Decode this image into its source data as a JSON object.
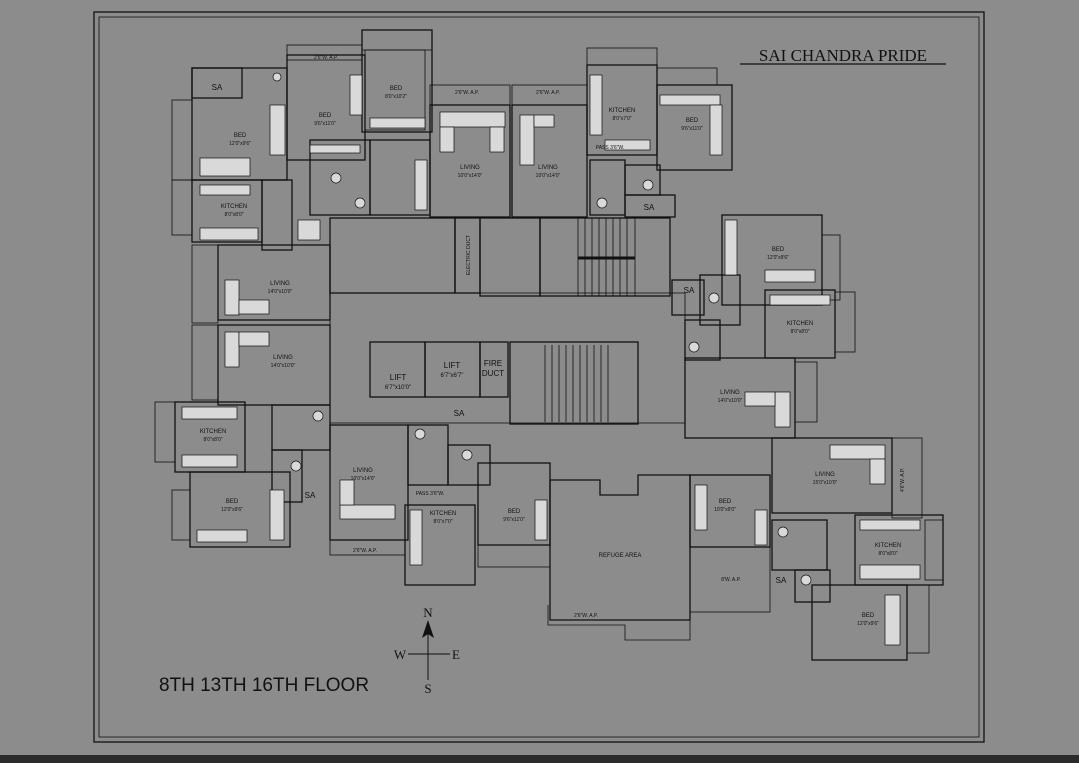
{
  "title": "SAI CHANDRA PRIDE",
  "floor_label": "8TH 13TH 16TH FLOOR",
  "compass": {
    "n": "N",
    "s": "S",
    "e": "E",
    "w": "W"
  },
  "core": {
    "lift1": "LIFT",
    "lift1_size": "6'7\"x10'0\"",
    "lift2": "LIFT",
    "lift2_size": "6'7\"x6'7\"",
    "fire": "FIRE",
    "duct": "DUCT",
    "electric_duct": "ELECTRIC DUCT",
    "refuge": "REFUGE AREA",
    "sa": "SA"
  },
  "rooms": [
    {
      "id": "tl-sa",
      "label": "SA"
    },
    {
      "id": "tl-bed1",
      "label": "BED",
      "size": "12'0\"x9'6\""
    },
    {
      "id": "tl-bed2",
      "label": "BED",
      "size": "9'6\"x11'0\""
    },
    {
      "id": "tl-bed3",
      "label": "BED",
      "size": "8'0\"x10'2\""
    },
    {
      "id": "tl-kitchen",
      "label": "KITCHEN",
      "size": "8'0\"x8'0\""
    },
    {
      "id": "tl-living",
      "label": "LIVING",
      "size": "10'0\"x14'0\""
    },
    {
      "id": "tr-living",
      "label": "LIVING",
      "size": "10'0\"x14'0\""
    },
    {
      "id": "tr-kitchen",
      "label": "KITCHEN",
      "size": "8'0\"x7'0\""
    },
    {
      "id": "tr-bed",
      "label": "BED",
      "size": "9'6\"x11'0\""
    },
    {
      "id": "tr-sa",
      "label": "SA"
    },
    {
      "id": "tr-pass",
      "label": "PASS 3'6\"W."
    },
    {
      "id": "l-living1",
      "label": "LIVING",
      "size": "14'0\"x10'0\""
    },
    {
      "id": "l-living2",
      "label": "LIVING",
      "size": "14'0\"x10'0\""
    },
    {
      "id": "bl-kitchen",
      "label": "KITCHEN",
      "size": "8'0\"x8'0\""
    },
    {
      "id": "bl-bed",
      "label": "BED",
      "size": "12'0\"x9'6\""
    },
    {
      "id": "bl-sa",
      "label": "SA"
    },
    {
      "id": "bm-living",
      "label": "LIVING",
      "size": "10'0\"x14'0\""
    },
    {
      "id": "bm-kitchen",
      "label": "KITCHEN",
      "size": "8'0\"x7'0\""
    },
    {
      "id": "bm-bed",
      "label": "BED",
      "size": "9'6\"x11'0\""
    },
    {
      "id": "bm-pass",
      "label": "PASS 3'6\"W."
    },
    {
      "id": "r-bed",
      "label": "BED",
      "size": "12'0\"x9'6\""
    },
    {
      "id": "r-sa",
      "label": "SA"
    },
    {
      "id": "r-kitchen",
      "label": "KITCHEN",
      "size": "8'0\"x8'0\""
    },
    {
      "id": "r-living",
      "label": "LIVING",
      "size": "14'0\"x10'0\""
    },
    {
      "id": "br-bed1",
      "label": "BED",
      "size": "10'0\"x9'0\""
    },
    {
      "id": "br-living",
      "label": "LIVING",
      "size": "15'0\"x10'0\""
    },
    {
      "id": "br-kitchen",
      "label": "KITCHEN",
      "size": "8'0\"x8'0\""
    },
    {
      "id": "br-sa",
      "label": "SA"
    },
    {
      "id": "br-bed2",
      "label": "BED",
      "size": "12'0\"x9'6\""
    }
  ],
  "wap_labels": [
    "2'6\"W. A.P.",
    "2'6\"W. A.P.",
    "2'6\"W. A.P.",
    "2'6\"W. A.P.",
    "2'6\"W. A.P.",
    "8'W. A.P.",
    "4'6\"W. A.P."
  ]
}
